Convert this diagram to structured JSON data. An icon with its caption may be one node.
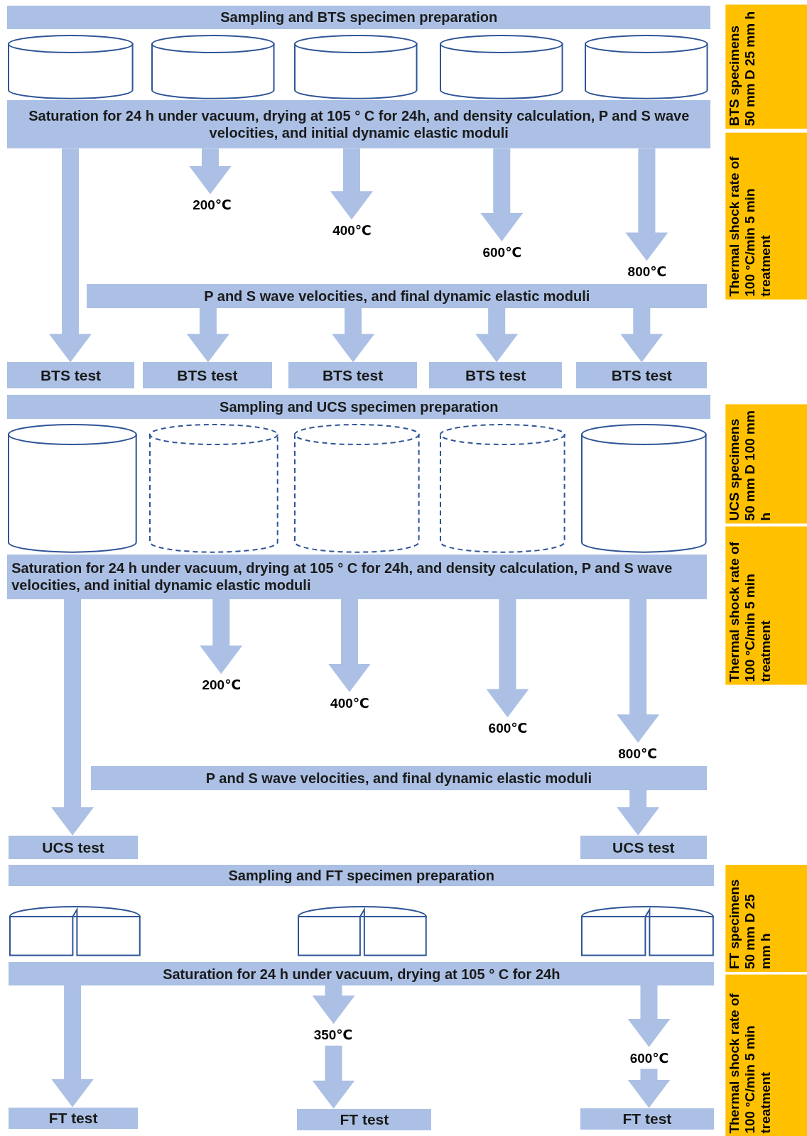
{
  "diagram": {
    "nodes": [
      {
        "text": [
          "Sampling and BTS specimen preparation"
        ]
      },
      {
        "text": [],
        "shape": "cylinder"
      },
      {
        "text": [],
        "shape": "cylinder"
      },
      {
        "text": [],
        "shape": "cylinder"
      },
      {
        "text": [],
        "shape": "cylinder"
      },
      {
        "text": [],
        "shape": "cylinder"
      },
      {
        "text": [
          "Saturation for 24 h under vacuum, drying at 105 ° C for 24h, and density calculation, P and S wave velocities, and initial dynamic elastic moduli"
        ]
      },
      {
        "text": [
          "200℃"
        ]
      },
      {
        "text": [
          "400℃"
        ]
      },
      {
        "text": [
          "600℃"
        ]
      },
      {
        "text": [
          "800℃"
        ]
      },
      {
        "text": [
          "P and S wave velocities, and final dynamic elastic moduli"
        ]
      },
      {
        "text": [
          "BTS test"
        ]
      },
      {
        "text": [
          "BTS test"
        ]
      },
      {
        "text": [
          "BTS test"
        ]
      },
      {
        "text": [
          "BTS test"
        ]
      },
      {
        "text": [
          "BTS test"
        ]
      },
      {
        "text": [
          "BTS specimens 50 mm D 25 mm h"
        ]
      },
      {
        "text": [
          "Thermal shock rate of 100 °C/min 5 min treatment"
        ]
      },
      {
        "text": [
          "Sampling and UCS specimen preparation"
        ]
      },
      {
        "text": [],
        "shape": "cylinder"
      },
      {
        "text": [],
        "shape": "cylinder"
      },
      {
        "text": [],
        "shape": "cylinder"
      },
      {
        "text": [],
        "shape": "cylinder"
      },
      {
        "text": [],
        "shape": "cylinder"
      },
      {
        "text": [
          "Saturation for 24 h under vacuum, drying at 105 ° C for 24h, and density calculation, P and S wave velocities, and initial dynamic elastic moduli"
        ]
      },
      {
        "text": [
          "200℃"
        ]
      },
      {
        "text": [
          "400℃"
        ]
      },
      {
        "text": [
          "600℃"
        ]
      },
      {
        "text": [
          "800℃"
        ]
      },
      {
        "text": [
          "P and S wave velocities, and final dynamic elastic moduli"
        ]
      },
      {
        "text": [
          "UCS test"
        ]
      },
      {
        "text": [
          "UCS test"
        ]
      },
      {
        "text": [
          "UCS specimens 50 mm D 100 mm h"
        ]
      },
      {
        "text": [
          "Thermal shock rate of 100 °C/min 5 min treatment"
        ]
      },
      {
        "text": [
          "Sampling and FT specimen preparation"
        ]
      },
      {
        "text": [],
        "shape": "cylinder"
      },
      {
        "text": [],
        "shape": "cylinder"
      },
      {
        "text": [],
        "shape": "cylinder"
      },
      {
        "text": [
          "Saturation for 24 h under vacuum, drying at 105 ° C for 24h"
        ]
      },
      {
        "text": [
          "350℃"
        ]
      },
      {
        "text": [
          "600℃"
        ]
      },
      {
        "text": [
          "FT test"
        ]
      },
      {
        "text": [
          "FT test"
        ]
      },
      {
        "text": [
          "FT test"
        ]
      },
      {
        "text": [
          "FT specimens 50 mm D 25 mm h"
        ]
      },
      {
        "text": [
          "Thermal shock rate of 100 °C/min 5 min treatment"
        ]
      }
    ],
    "edges": [
      {
        "from": 6,
        "to": 12,
        "arrow": "to"
      },
      {
        "from": 6,
        "to": 7,
        "arrow": "to"
      },
      {
        "from": 6,
        "to": 8,
        "arrow": "to"
      },
      {
        "from": 6,
        "to": 9,
        "arrow": "to"
      },
      {
        "from": 6,
        "to": 10,
        "arrow": "to"
      },
      {
        "from": 11,
        "to": 13,
        "arrow": "to"
      },
      {
        "from": 11,
        "to": 14,
        "arrow": "to"
      },
      {
        "from": 11,
        "to": 15,
        "arrow": "to"
      },
      {
        "from": 11,
        "to": 16,
        "arrow": "to"
      },
      {
        "from": 25,
        "to": 31,
        "arrow": "to"
      },
      {
        "from": 25,
        "to": 26,
        "arrow": "to"
      },
      {
        "from": 25,
        "to": 27,
        "arrow": "to"
      },
      {
        "from": 25,
        "to": 28,
        "arrow": "to"
      },
      {
        "from": 25,
        "to": 29,
        "arrow": "to"
      },
      {
        "from": 30,
        "to": 32,
        "arrow": "to"
      },
      {
        "from": 39,
        "to": 42,
        "arrow": "to"
      },
      {
        "from": 39,
        "to": 40,
        "arrow": "to"
      },
      {
        "from": 40,
        "to": 43,
        "arrow": "to"
      },
      {
        "from": 39,
        "to": 41,
        "arrow": "to"
      },
      {
        "from": 41,
        "to": 44,
        "arrow": "to"
      }
    ]
  }
}
